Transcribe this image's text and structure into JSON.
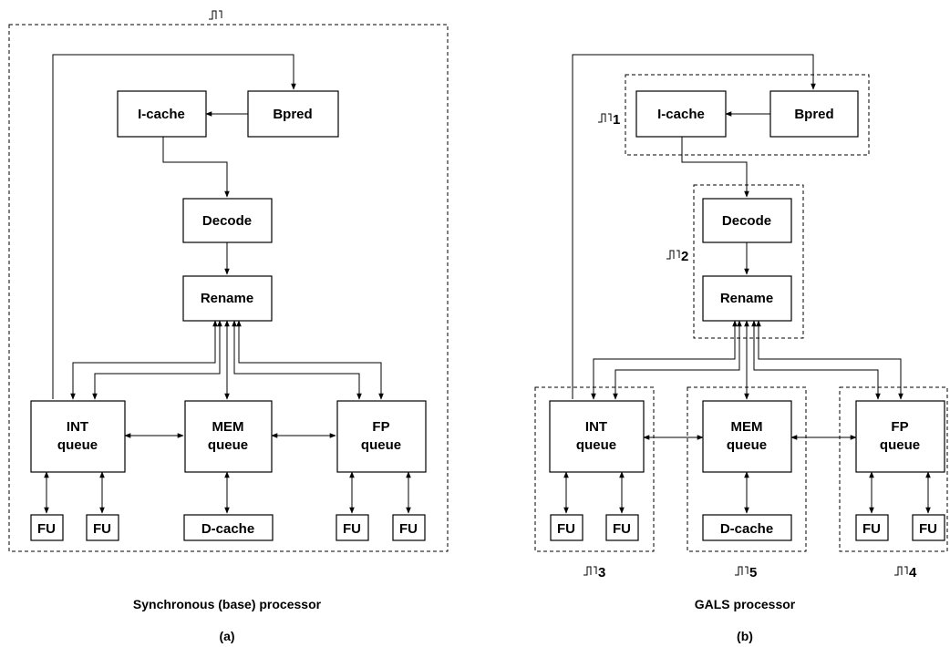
{
  "diagram_a": {
    "blocks": {
      "icache": "I-cache",
      "bpred": "Bpred",
      "decode": "Decode",
      "rename": "Rename",
      "int_queue": [
        "INT",
        "queue"
      ],
      "mem_queue": [
        "MEM",
        "queue"
      ],
      "fp_queue": [
        "FP",
        "queue"
      ],
      "fu": "FU",
      "dcache": "D-cache"
    },
    "caption": "Synchronous (base) processor",
    "sublabel": "(a)"
  },
  "diagram_b": {
    "blocks": {
      "icache": "I-cache",
      "bpred": "Bpred",
      "decode": "Decode",
      "rename": "Rename",
      "int_queue": [
        "INT",
        "queue"
      ],
      "mem_queue": [
        "MEM",
        "queue"
      ],
      "fp_queue": [
        "FP",
        "queue"
      ],
      "fu": "FU",
      "dcache": "D-cache"
    },
    "clock_domains": [
      "1",
      "2",
      "3",
      "4",
      "5"
    ],
    "caption": "GALS processor",
    "sublabel": "(b)"
  }
}
